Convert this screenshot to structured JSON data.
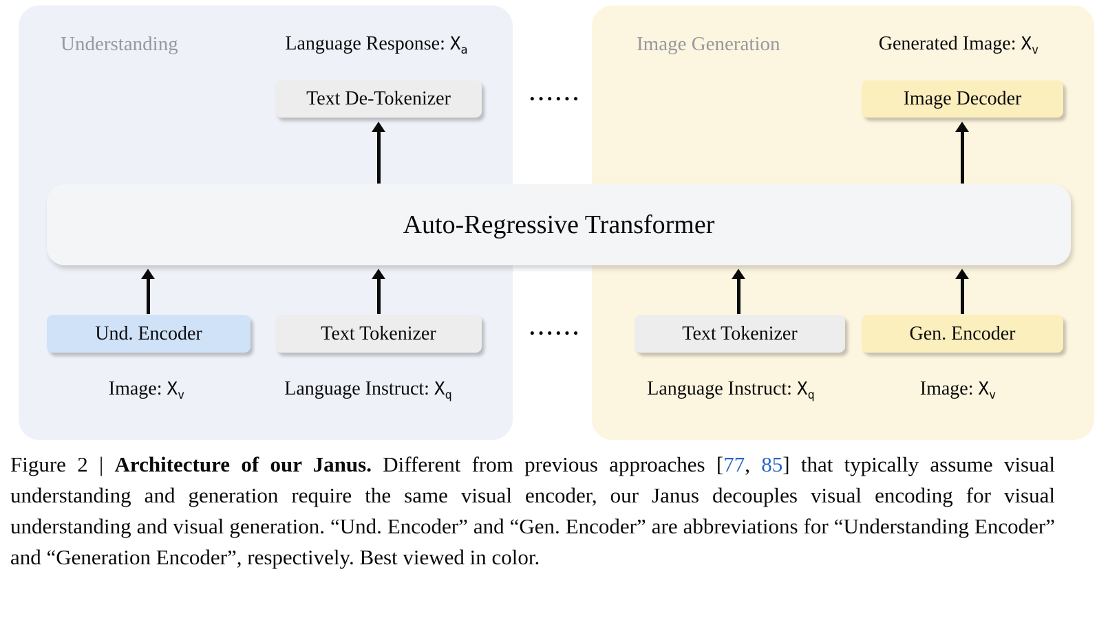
{
  "figure": {
    "panels": {
      "understanding": {
        "label": "Understanding"
      },
      "image_generation": {
        "label": "Image Generation"
      }
    },
    "io_labels": {
      "language_response": {
        "text": "Language Response: ",
        "var": "X",
        "sub": "a"
      },
      "generated_image": {
        "text": "Generated Image: ",
        "var": "X",
        "sub": "v"
      },
      "image_left": {
        "text": "Image: ",
        "var": "X",
        "sub": "v"
      },
      "language_instruct_left": {
        "text": "Language Instruct: ",
        "var": "X",
        "sub": "q"
      },
      "language_instruct_right": {
        "text": "Language Instruct: ",
        "var": "X",
        "sub": "q"
      },
      "image_right": {
        "text": "Image: ",
        "var": "X",
        "sub": "v"
      }
    },
    "boxes": {
      "text_detokenizer": "Text De-Tokenizer",
      "image_decoder": "Image Decoder",
      "transformer": "Auto-Regressive Transformer",
      "und_encoder": "Und. Encoder",
      "text_tokenizer_left": "Text Tokenizer",
      "text_tokenizer_right": "Text Tokenizer",
      "gen_encoder": "Gen. Encoder"
    },
    "ellipsis": "••••••",
    "colors": {
      "panel_understanding_bg": "#eef1f8",
      "panel_generation_bg": "#fcf5df",
      "box_neutral_bg": "#ededed",
      "box_blue_bg": "#cfe2f8",
      "box_yellow_bg": "#fcefbe",
      "transformer_bg": "#f4f5f6",
      "panel_label_color": "#97999e",
      "citation_color": "#2463c6",
      "arrow_color": "#0a0a0a"
    }
  },
  "caption": {
    "figure_label": "Figure 2 | ",
    "title": "Architecture of our Janus.",
    "body_before_citations": " Different from previous approaches [",
    "citation_1": "77",
    "citation_separator": ", ",
    "citation_2": "85",
    "body_after_citations": "] that typically assume visual understanding and generation require the same visual encoder, our Janus decouples visual encoding for visual understanding and visual generation. “Und. Encoder” and “Gen. Encoder” are abbreviations for “Understanding Encoder” and “Generation Encoder”, respectively. Best viewed in color."
  }
}
